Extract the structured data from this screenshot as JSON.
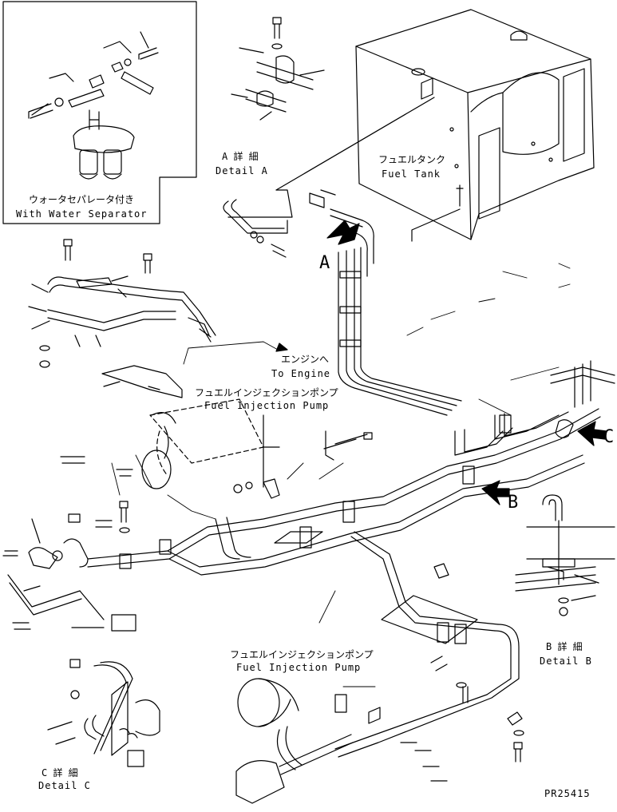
{
  "inset": {
    "label_jp": "ウォータセパレータ付き",
    "label_en": "With Water Separator"
  },
  "detail_a": {
    "label_jp": "A 詳 細",
    "label_en": "Detail A"
  },
  "fuel_tank": {
    "label_jp": "フュエルタンク",
    "label_en": "Fuel Tank"
  },
  "to_engine": {
    "label_jp": "エンジンへ",
    "label_en": "To Engine"
  },
  "pump_upper": {
    "label_jp": "フュエルインジェクションポンプ",
    "label_en": "Fuel Injection Pump"
  },
  "pump_lower": {
    "label_jp": "フュエルインジェクションポンプ",
    "label_en": "Fuel Injection Pump"
  },
  "detail_b": {
    "label_jp": "B 詳 細",
    "label_en": "Detail B"
  },
  "detail_c": {
    "label_jp": "C 詳 細",
    "label_en": "Detail C"
  },
  "arrows": {
    "a": "A",
    "b": "B",
    "c": "C"
  },
  "drawing_number": "PR25415"
}
